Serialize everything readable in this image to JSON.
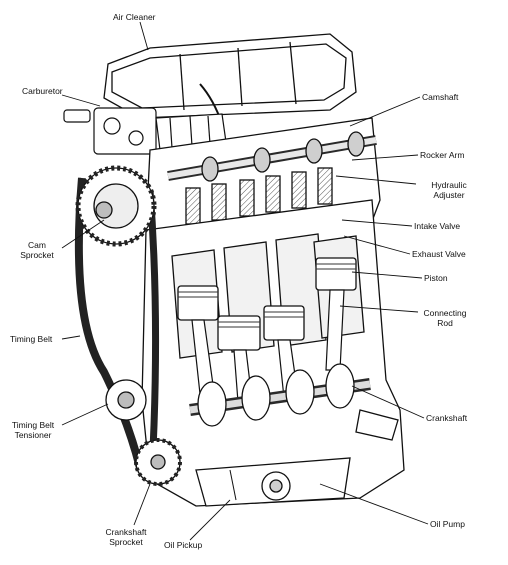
{
  "diagram": {
    "labels": {
      "air_cleaner": "Air Cleaner",
      "carburetor": "Carburetor",
      "camshaft": "Camshaft",
      "rocker_arm": "Rocker Arm",
      "hydraulic_adjuster": "Hydraulic Adjuster",
      "intake_valve": "Intake Valve",
      "exhaust_valve": "Exhaust Valve",
      "piston": "Piston",
      "connecting_rod": "Connecting Rod",
      "cam_sprocket": "Cam Sprocket",
      "timing_belt": "Timing Belt",
      "timing_belt_tensioner": "Timing Belt Tensioner",
      "crankshaft": "Crankshaft",
      "crankshaft_sprocket": "Crankshaft Sprocket",
      "oil_pickup": "Oil Pickup",
      "oil_pump": "Oil Pump"
    },
    "colors": {
      "ink": "#111111",
      "paper": "#ffffff",
      "shade": "#bdbdbd",
      "dark": "#2a2a2a"
    }
  }
}
